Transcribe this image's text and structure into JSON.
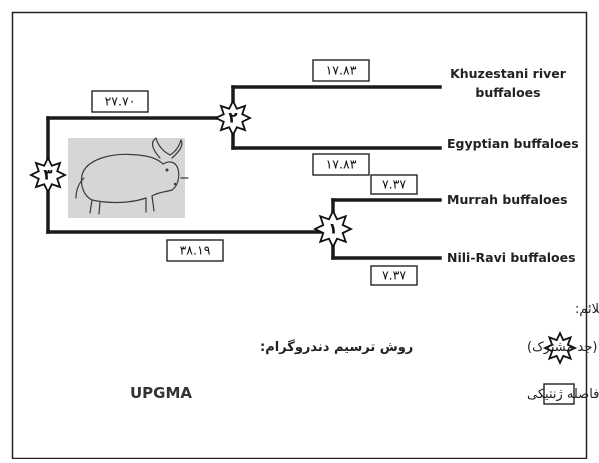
{
  "branch_lengths": {
    "khuzestani": "۱۷.۸۳",
    "egyptian": "۱۷.۸۳",
    "node2_upper": "۲۷.۷۰",
    "murrah": "۷.۳۷",
    "nili_ravi": "۷.۳۷",
    "node1_lower": "۳۸.۱۹"
  },
  "nodes": {
    "node3": "۳",
    "node2": "۲",
    "node1": "۱"
  },
  "leaves": {
    "khuzestani_line1": "Khuzestani river",
    "khuzestani_line2": "buffaloes",
    "egyptian": "Egyptian buffaloes",
    "murrah": "Murrah buffaloes",
    "nili_ravi": "Nili-Ravi buffaloes"
  },
  "legend": {
    "title": "علائم:",
    "internal_node": "گره داخلی (جد مشترک)",
    "genetic_distance": "طول فاصله ژنتیکی"
  },
  "method": {
    "label": "روش ترسیم دندروگرام:",
    "name": "UPGMA"
  },
  "colors": {
    "branch": "#1a1a1a",
    "photo_bg": "#d6d6d6"
  },
  "icons": {
    "photo": "buffalo-photo",
    "node_marker": "eight-point-star"
  }
}
